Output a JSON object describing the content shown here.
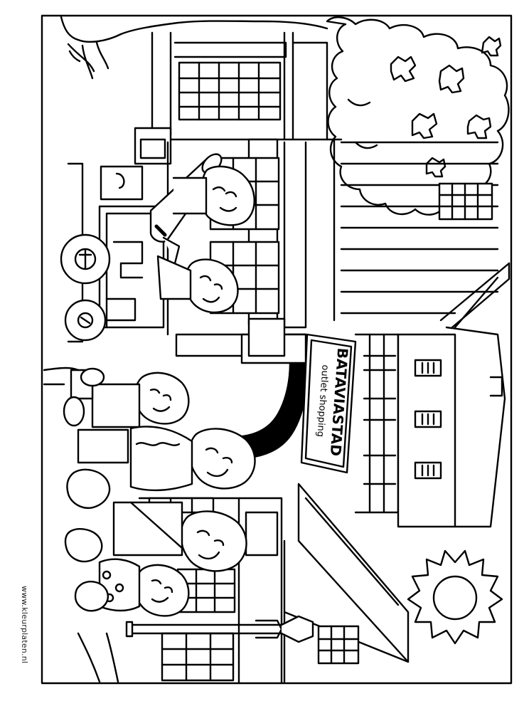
{
  "sign": {
    "title": "BATAVIASTAD",
    "subtitle": "outlet shopping"
  },
  "watermark": "www.kleurplaten.nl",
  "colors": {
    "line": "#000000",
    "paper": "#ffffff",
    "fill_dark": "#000000"
  }
}
